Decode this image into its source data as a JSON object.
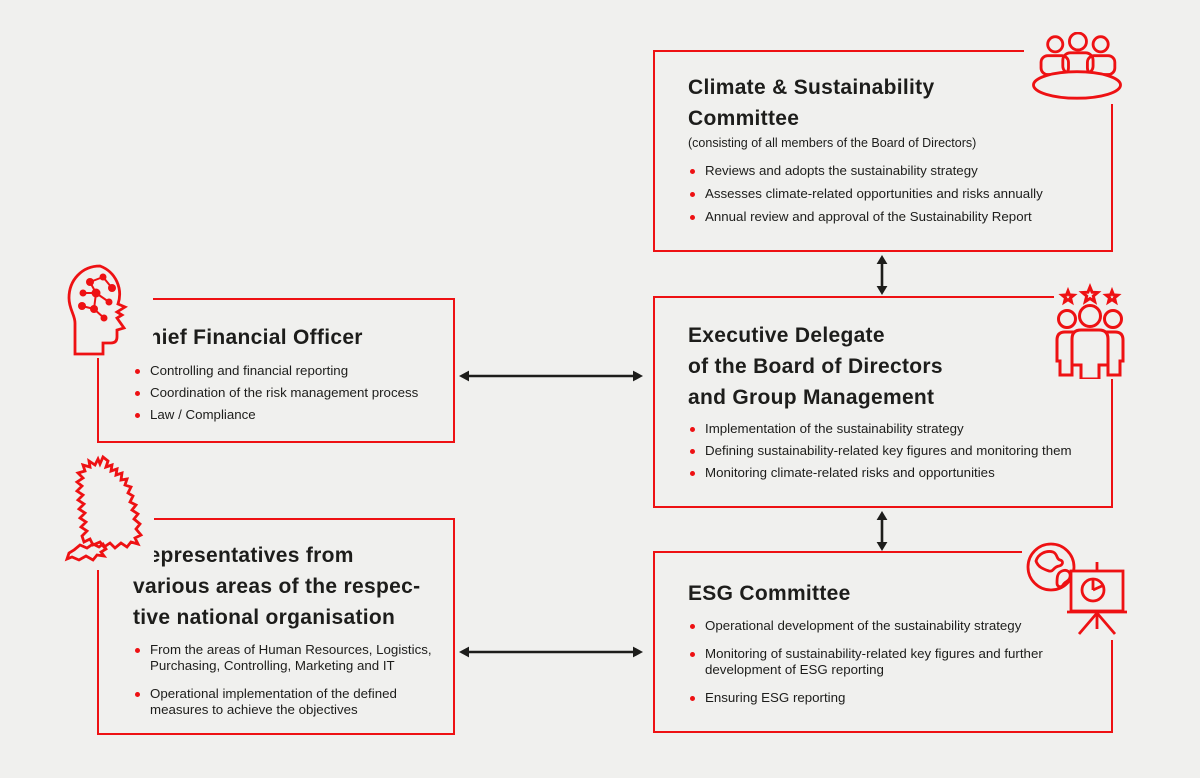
{
  "colors": {
    "accent_red": "#ee1113",
    "background": "#f0f0ee",
    "text": "#1d1d1b"
  },
  "boxes": {
    "climate": {
      "icon": "committee-table-icon",
      "title_lines": [
        "Climate & Sustainability",
        "Committee"
      ],
      "title": "Climate & Sustainability Committee",
      "subtitle": "(consisting of all members of the Board of Directors)",
      "bullets": [
        "Reviews and adopts the sustainability strategy",
        "Assesses climate-related opportunities and risks annually",
        "Annual review and approval of the Sustainability Report"
      ]
    },
    "executive": {
      "icon": "team-with-stars-icon",
      "title_lines": [
        "Executive Delegate",
        "of the Board of Directors",
        "and Group Management"
      ],
      "title": "Executive Delegate of the Board of Directors and Group Management",
      "bullets": [
        "Implementation of the sustainability strategy",
        "Defining sustainability-related key figures and monitoring them",
        "Monitoring climate-related risks and opportunities"
      ]
    },
    "esg": {
      "icon": "globe-presentation-icon",
      "title_lines": [
        "ESG Committee"
      ],
      "title": "ESG Committee",
      "bullets": [
        "Operational development of the sustainability strategy",
        "Monitoring of sustainability-related key figures and further development of ESG reporting",
        "Ensuring ESG reporting"
      ]
    },
    "cfo": {
      "icon": "head-brain-network-icon",
      "title_lines": [
        "Chief Financial Officer"
      ],
      "title": "Chief Financial Officer",
      "bullets": [
        "Controlling and financial reporting",
        "Coordination of the risk management process",
        "Law / Compliance"
      ]
    },
    "representatives": {
      "icon": "germany-map-icon",
      "title_lines": [
        "Representatives from",
        "various areas of the respec-",
        "tive national organisation"
      ],
      "title": "Representatives from various areas of the respective national organisation",
      "bullets": [
        "From the areas of Human Resources, Logistics, Purchasing, Controlling, Marketing and IT",
        "Operational implementation of the defined measures to achieve the objectives"
      ]
    }
  },
  "connectors": [
    "double-arrow-climate-executive",
    "double-arrow-executive-esg",
    "double-arrow-cfo-executive",
    "double-arrow-representatives-esg"
  ]
}
